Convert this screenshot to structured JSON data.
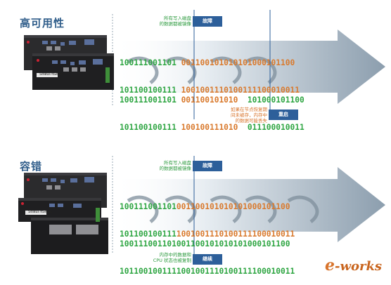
{
  "sections": [
    {
      "title": "高可用性",
      "note_top": [
        "所有写入磁盘",
        "的数据都被镜像"
      ],
      "tag_top": "故障",
      "note_bottom": [
        "如果在节点恢复期",
        "间未被存，内存中",
        "的数据可能丢失"
      ],
      "tag_bottom": "重启",
      "bit_rows": [
        [
          {
            "text": "100111001101 ",
            "c": "g"
          },
          {
            "text": "001100101010101000101100",
            "c": "o"
          }
        ],
        [
          {
            "text": "101100100111 ",
            "c": "g"
          },
          {
            "text": "1001001110100111100010011",
            "c": "o"
          }
        ],
        [
          {
            "text": "100111001101 ",
            "c": "g"
          },
          {
            "text": "001100101010  ",
            "c": "o"
          },
          {
            "text": "101000101100",
            "c": "g"
          }
        ],
        [
          {
            "text": "101100100111 ",
            "c": "g"
          },
          {
            "text": "100100111010  ",
            "c": "o"
          },
          {
            "text": "011100010011",
            "c": "g"
          }
        ]
      ]
    },
    {
      "title": "容错",
      "note_top": [
        "所有写入磁盘",
        "的数据都被镜像"
      ],
      "tag_top": "故障",
      "note_bottom": [
        "内存中的数据和",
        "CPU 状态也被复制"
      ],
      "tag_bottom": "继续",
      "bit_rows": [
        [
          {
            "text": "100111001101",
            "c": "g"
          },
          {
            "text": "001100101010101000101100",
            "c": "o"
          }
        ],
        [
          {
            "text": "101100100111",
            "c": "g"
          },
          {
            "text": "1001001110100111100010011",
            "c": "o"
          }
        ],
        [
          {
            "text": "100111001101001100101010101000101100",
            "c": "g"
          }
        ],
        [
          {
            "text": "1011001001111001001110100111100010011",
            "c": "g"
          }
        ]
      ]
    }
  ],
  "server_brand": "Stratus",
  "server_model": "ftServer",
  "logo": {
    "first": "e",
    "rest": "-works"
  },
  "colors": {
    "green": "#2fa643",
    "orange": "#d97a2e",
    "title": "#2f5d8a",
    "tag": "#2d5f9a"
  }
}
